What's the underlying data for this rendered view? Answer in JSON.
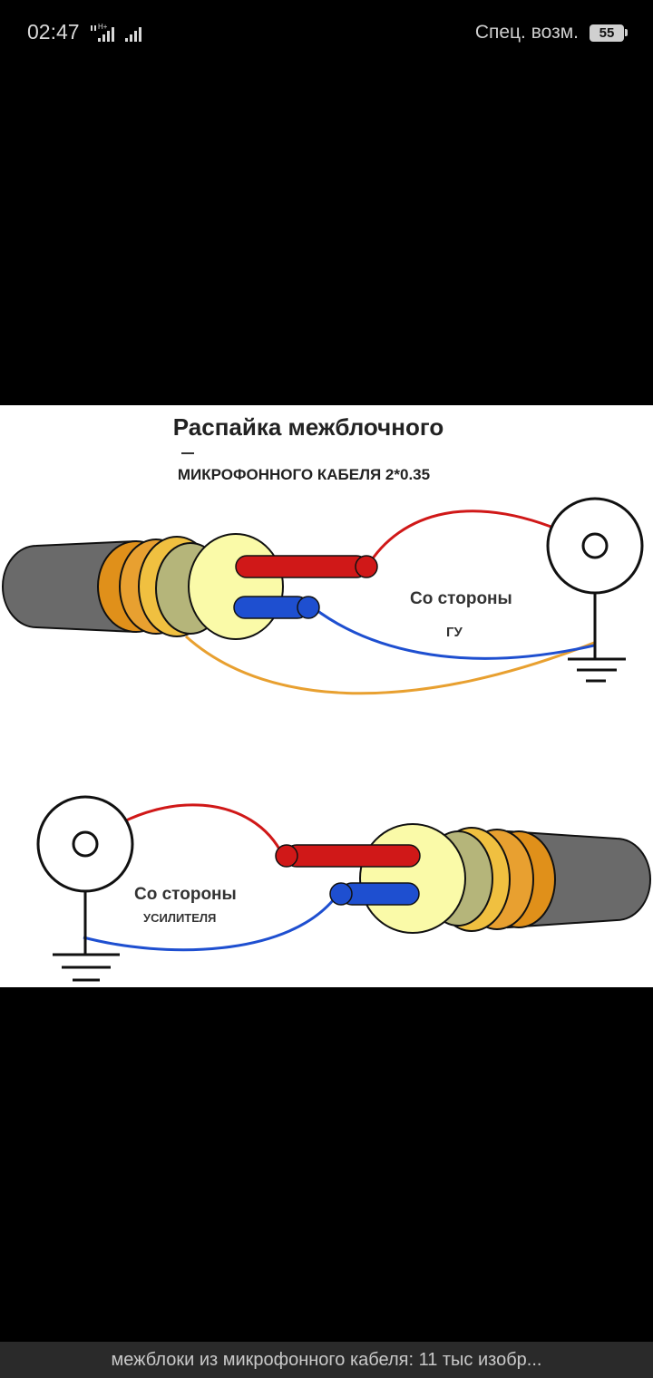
{
  "status_bar": {
    "time": "02:47",
    "network_badge": "H+",
    "accessibility_label": "Спец. возм.",
    "battery_level": "55"
  },
  "image": {
    "title": "Распайка межблочного",
    "subtitle": "МИКРОФОННОГО КАБЕЛЯ 2*0.35",
    "label_head_unit_1": "Со стороны",
    "label_head_unit_2": "ГУ",
    "label_amp_1": "Со стороны",
    "label_amp_2": "УСИЛИТЕЛЯ",
    "colors": {
      "red_wire": "#d01818",
      "blue_wire": "#1e4fd0",
      "orange_wire": "#e8a030",
      "jacket": "#6a6a6a",
      "core": "#fafaa8"
    }
  },
  "caption": "межблоки из микрофонного кабеля: 11 тыс изобр..."
}
